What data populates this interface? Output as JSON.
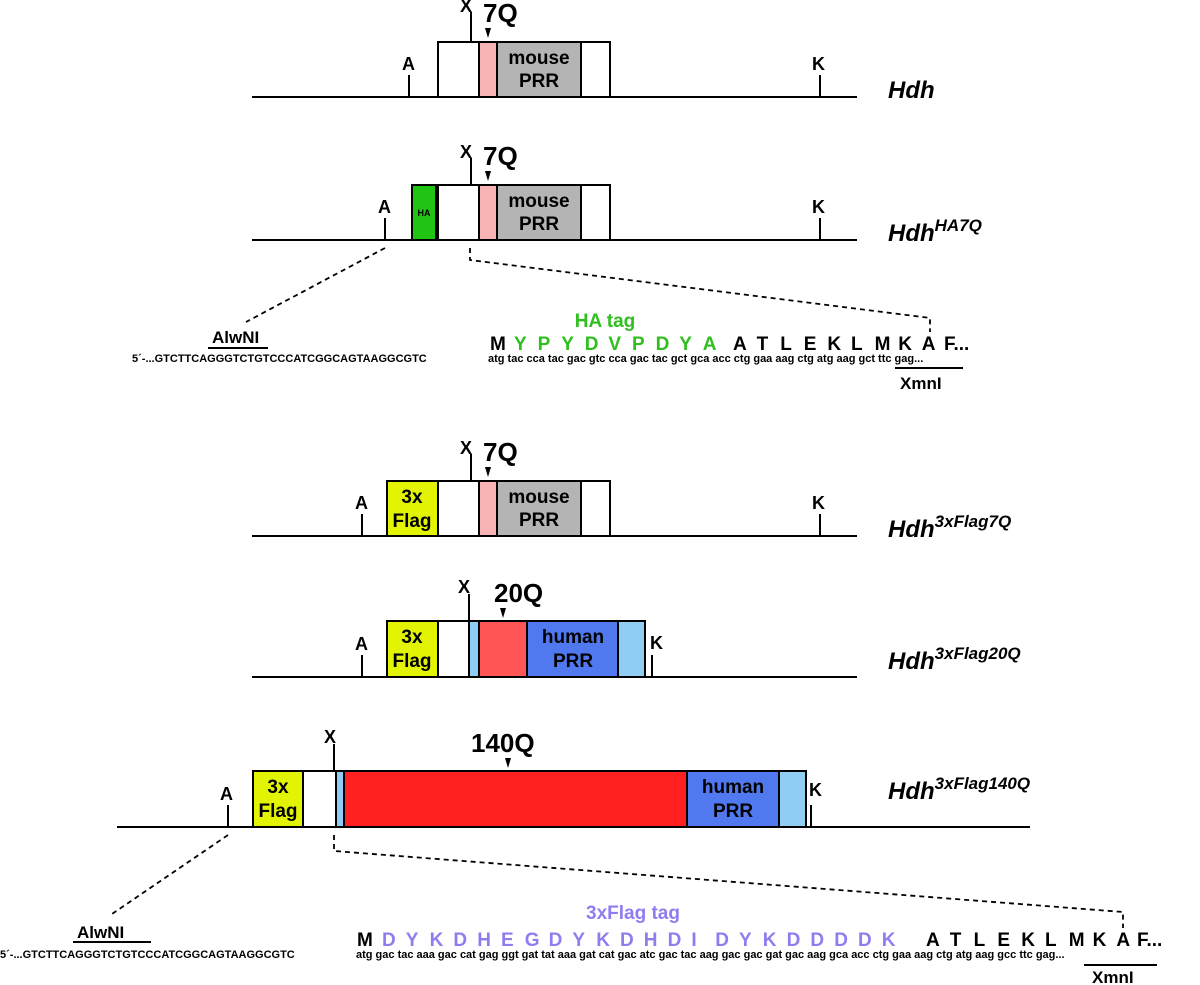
{
  "constructs": [
    {
      "name": "Hdh",
      "sup": "",
      "q": "7Q",
      "prr": [
        "mouse",
        "PRR"
      ],
      "tag": null,
      "sites": [
        "A",
        "X",
        "K"
      ]
    },
    {
      "name": "Hdh",
      "sup": "HA7Q",
      "q": "7Q",
      "prr": [
        "mouse",
        "PRR"
      ],
      "tag": "HA",
      "sites": [
        "A",
        "X",
        "K"
      ]
    },
    {
      "name": "Hdh",
      "sup": "3xFlag7Q",
      "q": "7Q",
      "prr": [
        "mouse",
        "PRR"
      ],
      "tag": [
        "3x",
        "Flag"
      ],
      "sites": [
        "A",
        "X",
        "K"
      ]
    },
    {
      "name": "Hdh",
      "sup": "3xFlag20Q",
      "q": "20Q",
      "prr": [
        "human",
        "PRR"
      ],
      "tag": [
        "3x",
        "Flag"
      ],
      "sites": [
        "A",
        "X",
        "K"
      ]
    },
    {
      "name": "Hdh",
      "sup": "3xFlag140Q",
      "q": "140Q",
      "prr": [
        "human",
        "PRR"
      ],
      "tag": [
        "3x",
        "Flag"
      ],
      "sites": [
        "A",
        "X",
        "K"
      ]
    }
  ],
  "ha_sequence": {
    "enzyme_left": "AlwNI",
    "enzyme_right": "XmnI",
    "tag_label": "HA tag",
    "nt": "5´-...GTCTTCAGGGTCTGTCCCATCGGCAGTAAGGCGTC",
    "codons": "atg tac cca tac gac gtc cca gac tac gct gca acc ctg gaa aag ctg atg aag gct ttc gag...",
    "aa_start": "M",
    "aa_tag": [
      "Y",
      "P",
      "Y",
      "D",
      "V",
      "P",
      "D",
      "Y",
      "A"
    ],
    "aa_after": [
      "A",
      "T",
      "L",
      "E",
      "K",
      "L",
      "M",
      "K",
      "A"
    ],
    "aa_end": "F..."
  },
  "flag_sequence": {
    "enzyme_left": "AlwNI",
    "enzyme_right": "XmnI",
    "tag_label": "3xFlag tag",
    "nt": "5´-...GTCTTCAGGGTCTGTCCCATCGGCAGTAAGGCGTC",
    "codons": "atg gac tac aaa gac cat gag ggt gat tat aaa gat cat gac atc gac tac aag gac gac gat gac aag gca acc ctg gaa aag ctg atg aag gcc ttc gag...",
    "aa_start": "M",
    "aa_tag": [
      "D",
      "Y",
      "K",
      "D",
      "H",
      "E",
      "G",
      "D",
      "Y",
      "K",
      "D",
      "H",
      "D",
      "I",
      "D",
      "Y",
      "K",
      "D",
      "D",
      "D",
      "D",
      "K"
    ],
    "aa_after": [
      "A",
      "T",
      "L",
      "E",
      "K",
      "L",
      "M",
      "K",
      "A"
    ],
    "aa_end": "F..."
  },
  "colors": {
    "ha_box": "#22c414",
    "ha_text": "#2fbf1f",
    "flag_box": "#e2f404",
    "flag_text": "#8f7df0",
    "q_mouse": "#f8b4b4",
    "q_human": "#ff2020",
    "q_human_20": "#ff5555",
    "prr_mouse": "#b4b4b4",
    "prr_human": "#5079f0",
    "light_blue": "#8fcdf5"
  }
}
